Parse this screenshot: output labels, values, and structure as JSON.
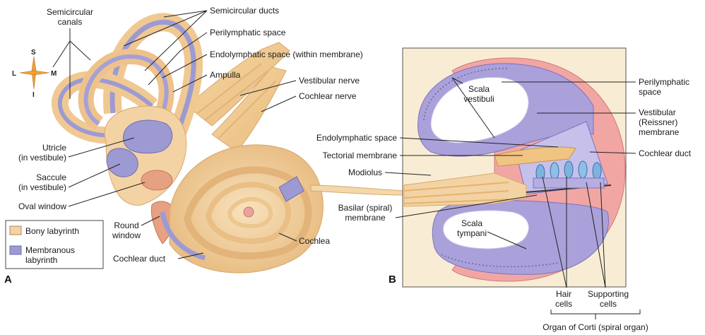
{
  "panel_a": {
    "letter": "A",
    "compass": {
      "s": "S",
      "l": "L",
      "m": "M",
      "i": "I"
    },
    "labels": {
      "semicircular_canals_1": "Semicircular",
      "semicircular_canals_2": "canals",
      "semicircular_ducts": "Semicircular ducts",
      "perilymphatic_space": "Perilymphatic space",
      "endolymphatic_space": "Endolymphatic space (within membrane)",
      "ampulla": "Ampulla",
      "vestibular_nerve": "Vestibular nerve",
      "cochlear_nerve": "Cochlear nerve",
      "utricle_1": "Utricle",
      "utricle_2": "(in vestibule)",
      "saccule_1": "Saccule",
      "saccule_2": "(in vestibule)",
      "oval_window": "Oval window",
      "round_window_1": "Round",
      "round_window_2": "window",
      "cochlear_duct": "Cochlear duct",
      "cochlea": "Cochlea"
    },
    "legend": {
      "bony": "Bony labyrinth",
      "membranous_1": "Membranous",
      "membranous_2": "labyrinth",
      "bony_color": "#f3d3a4",
      "membranous_color": "#9d9ad3"
    }
  },
  "panel_b": {
    "letter": "B",
    "labels": {
      "scala_vestibuli_1": "Scala",
      "scala_vestibuli_2": "vestibuli",
      "perilymphatic_space_1": "Perilymphatic",
      "perilymphatic_space_2": "space",
      "vestibular_membrane_1": "Vestibular",
      "vestibular_membrane_2": "(Reissner)",
      "vestibular_membrane_3": "membrane",
      "endolymphatic_space": "Endolymphatic space",
      "tectorial_membrane": "Tectorial membrane",
      "cochlear_duct": "Cochlear duct",
      "modiolus": "Modiolus",
      "basilar_membrane_1": "Basilar (spiral)",
      "basilar_membrane_2": "membrane",
      "scala_tympani_1": "Scala",
      "scala_tympani_2": "tympani",
      "hair_cells_1": "Hair",
      "hair_cells_2": "cells",
      "supporting_cells_1": "Supporting",
      "supporting_cells_2": "cells",
      "organ_of_corti": "Organ of Corti (spiral organ)"
    }
  }
}
